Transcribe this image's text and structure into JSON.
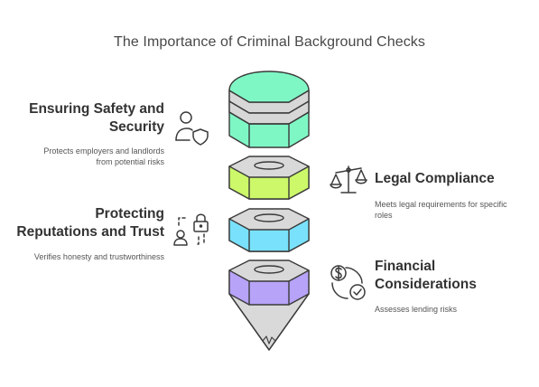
{
  "title": "The Importance of Criminal Background Checks",
  "items": [
    {
      "heading": "Ensuring Safety and Security",
      "heading_lines": [
        "Ensuring Safety and",
        "Security"
      ],
      "description_lines": [
        "Protects employers and landlords",
        "from potential risks"
      ],
      "color": "#7ff7c5",
      "icon": "user-shield-icon"
    },
    {
      "heading": "Legal Compliance",
      "heading_lines": [
        "Legal Compliance"
      ],
      "description_lines": [
        "Meets legal requirements for specific",
        "roles"
      ],
      "color": "#ccf86a",
      "icon": "scales-icon"
    },
    {
      "heading": "Protecting Reputations and Trust",
      "heading_lines": [
        "Protecting",
        "Reputations and Trust"
      ],
      "description_lines": [
        "Verifies honesty and trustworthiness"
      ],
      "color": "#79e1fb",
      "icon": "user-lock-icon"
    },
    {
      "heading": "Financial Considerations",
      "heading_lines": [
        "Financial",
        "Considerations"
      ],
      "description_lines": [
        "Assesses lending risks"
      ],
      "color": "#b7a3f7",
      "icon": "dollar-check-icon"
    }
  ]
}
